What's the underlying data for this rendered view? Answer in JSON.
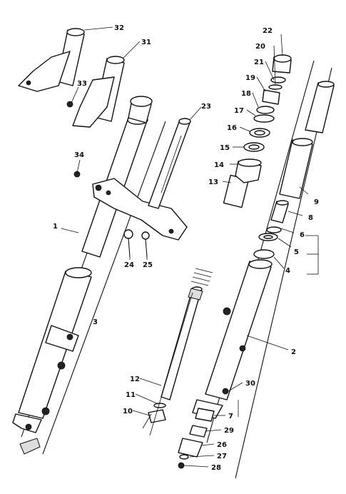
{
  "diagram": {
    "callouts": [
      {
        "id": "32",
        "text": "32"
      },
      {
        "id": "31",
        "text": "31"
      },
      {
        "id": "33",
        "text": "33"
      },
      {
        "id": "34",
        "text": "34"
      },
      {
        "id": "1",
        "text": "1"
      },
      {
        "id": "3",
        "text": "3"
      },
      {
        "id": "23",
        "text": "23"
      },
      {
        "id": "24",
        "text": "24"
      },
      {
        "id": "25",
        "text": "25"
      },
      {
        "id": "12",
        "text": "12"
      },
      {
        "id": "11",
        "text": "11"
      },
      {
        "id": "10",
        "text": "10"
      },
      {
        "id": "13",
        "text": "13"
      },
      {
        "id": "14",
        "text": "14"
      },
      {
        "id": "15",
        "text": "15"
      },
      {
        "id": "16",
        "text": "16"
      },
      {
        "id": "17",
        "text": "17"
      },
      {
        "id": "18",
        "text": "18"
      },
      {
        "id": "19",
        "text": "19"
      },
      {
        "id": "20",
        "text": "20"
      },
      {
        "id": "21",
        "text": "21"
      },
      {
        "id": "22",
        "text": "22"
      },
      {
        "id": "9",
        "text": "9"
      },
      {
        "id": "8",
        "text": "8"
      },
      {
        "id": "6",
        "text": "6"
      },
      {
        "id": "5",
        "text": "5"
      },
      {
        "id": "4",
        "text": "4"
      },
      {
        "id": "2",
        "text": "2"
      },
      {
        "id": "30",
        "text": "30"
      },
      {
        "id": "7",
        "text": "7"
      },
      {
        "id": "29",
        "text": "29"
      },
      {
        "id": "26",
        "text": "26"
      },
      {
        "id": "27",
        "text": "27"
      },
      {
        "id": "28",
        "text": "28"
      }
    ]
  }
}
